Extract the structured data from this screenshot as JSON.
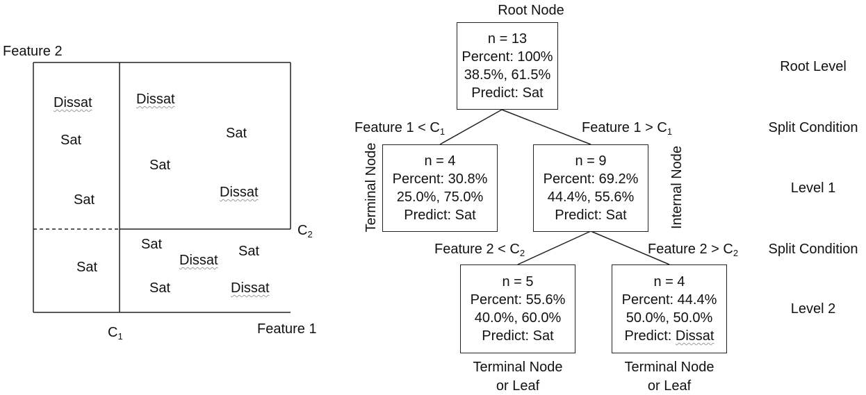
{
  "scatter": {
    "y_axis_label": "Feature 2",
    "x_axis_label": "Feature 1",
    "c1_label": "C",
    "c1_sub": "1",
    "c2_label": "C",
    "c2_sub": "2",
    "points": [
      {
        "label": "Dissat",
        "class": "dissat"
      },
      {
        "label": "Dissat",
        "class": "dissat"
      },
      {
        "label": "Sat",
        "class": "sat"
      },
      {
        "label": "Sat",
        "class": "sat"
      },
      {
        "label": "Sat",
        "class": "sat"
      },
      {
        "label": "Dissat",
        "class": "dissat"
      },
      {
        "label": "Sat",
        "class": "sat"
      },
      {
        "label": "Sat",
        "class": "sat"
      },
      {
        "label": "Sat",
        "class": "sat"
      },
      {
        "label": "Dissat",
        "class": "dissat"
      },
      {
        "label": "Sat",
        "class": "sat"
      },
      {
        "label": "Sat",
        "class": "sat"
      },
      {
        "label": "Dissat",
        "class": "dissat"
      }
    ]
  },
  "tree": {
    "root_title": "Root Node",
    "root": {
      "n": "n = 13",
      "percent": "Percent: 100%",
      "dist": "38.5%, 61.5%",
      "predict": "Predict: Sat"
    },
    "split1_left": {
      "text": "Feature 1 < C",
      "sub": "1"
    },
    "split1_right": {
      "text": "Feature 1 > C",
      "sub": "1"
    },
    "left": {
      "n": "n = 4",
      "percent": "Percent: 30.8%",
      "dist": "25.0%, 75.0%",
      "predict": "Predict: Sat",
      "side_label": "Terminal Node"
    },
    "right": {
      "n": "n = 9",
      "percent": "Percent: 69.2%",
      "dist": "44.4%, 55.6%",
      "predict": "Predict: Sat",
      "side_label": "Internal Node"
    },
    "split2_left": {
      "text": "Feature 2 < C",
      "sub": "2"
    },
    "split2_right": {
      "text": "Feature 2 > C",
      "sub": "2"
    },
    "ll": {
      "n": "n = 5",
      "percent": "Percent: 55.6%",
      "dist": "40.0%, 60.0%",
      "predict": "Predict: Sat",
      "caption1": "Terminal Node",
      "caption2": "or Leaf"
    },
    "lr": {
      "n": "n = 4",
      "percent": "Percent: 44.4%",
      "dist": "50.0%, 50.0%",
      "predict_prefix": "Predict: ",
      "predict_value": "Dissat",
      "caption1": "Terminal Node",
      "caption2": "or Leaf"
    }
  },
  "levels": {
    "root": "Root Level",
    "split1": "Split Condition",
    "level1": "Level 1",
    "split2": "Split Condition",
    "level2": "Level 2"
  }
}
